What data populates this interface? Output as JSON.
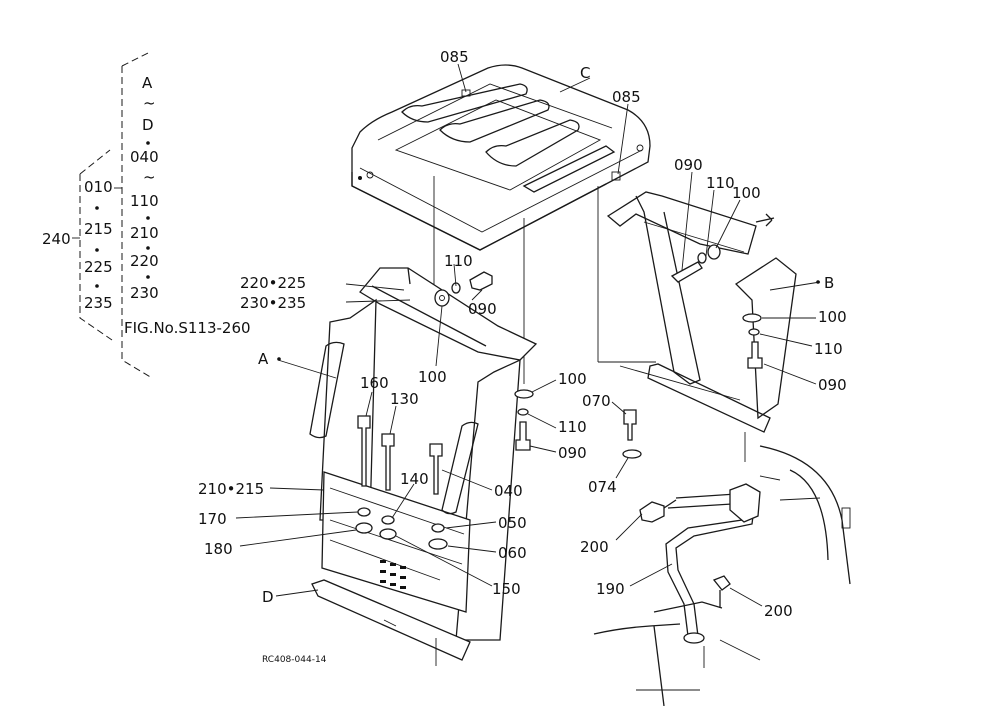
{
  "figure": {
    "fig_no": "FIG.No.S113-260",
    "drawing_code": "RC408-044-14"
  },
  "bracket_list": {
    "outer_label": "240",
    "col1": [
      "010",
      "215",
      "225",
      "235"
    ],
    "col2": [
      "A",
      "D",
      "040",
      "110",
      "210",
      "220",
      "230"
    ]
  },
  "callouts": {
    "top_085": "085",
    "c": "C",
    "right_085": "085",
    "r090": "090",
    "r110": "110",
    "r100": "100",
    "b": "B",
    "b100": "100",
    "b110": "110",
    "b090": "090",
    "l220_225": "220•225",
    "l230_235": "230•235",
    "a": "A",
    "m110": "110",
    "m090": "090",
    "m100": "100",
    "s100": "100",
    "s110": "110",
    "s090": "090",
    "s070": "070",
    "s074": "074",
    "b160": "160",
    "b130": "130",
    "b140": "140",
    "b040": "040",
    "l210_215": "210•215",
    "l170": "170",
    "l180": "180",
    "l050": "050",
    "l060": "060",
    "l150": "150",
    "d": "D",
    "p200a": "200",
    "p190": "190",
    "p200b": "200"
  }
}
